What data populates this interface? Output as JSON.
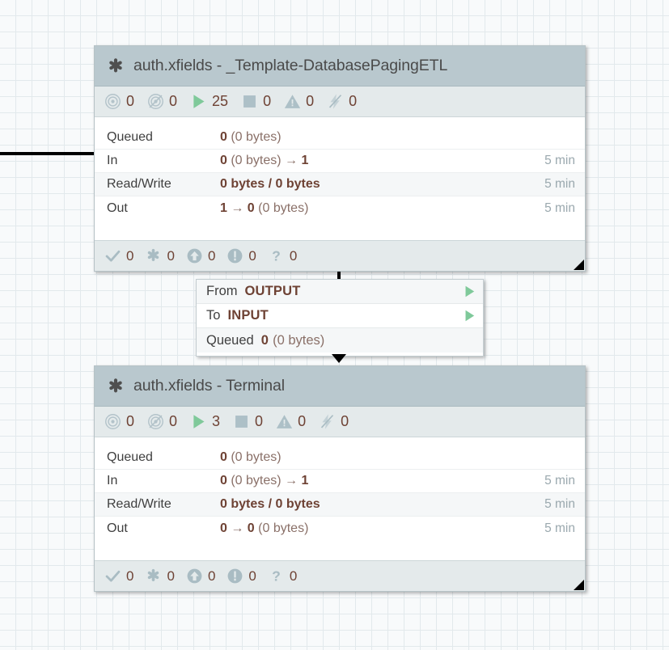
{
  "canvas": {
    "grid_color": "#e2e9ec",
    "background": "#f8fafb"
  },
  "colors": {
    "header_bg": "#b9c8ce",
    "status_bg": "#e4eaeb",
    "value_text": "#6e4234",
    "muted_text": "#8a7068",
    "running_green": "#7fc99a",
    "icon_gray": "#a9bcc3",
    "time_text": "#9aa8ae"
  },
  "process_groups": [
    {
      "name": "group-template-database-paging-etl",
      "title": "auth.xfields - _Template-DatabasePagingETL",
      "version_control_icon": "asterisk-icon",
      "status": [
        {
          "icon": "transmitting-icon",
          "value": "0"
        },
        {
          "icon": "not-transmitting-icon",
          "value": "0"
        },
        {
          "icon": "running-icon",
          "value": "25"
        },
        {
          "icon": "stopped-icon",
          "value": "0"
        },
        {
          "icon": "invalid-icon",
          "value": "0"
        },
        {
          "icon": "disabled-icon",
          "value": "0"
        }
      ],
      "rows": [
        {
          "label": "Queued",
          "value_html": "<b>0</b> (0 bytes)",
          "time": ""
        },
        {
          "label": "In",
          "value_html": "<b>0</b> (0 bytes) → <b>1</b>",
          "time": "5 min"
        },
        {
          "label": "Read/Write",
          "value_html": "<b>0 bytes / 0 bytes</b>",
          "time": "5 min"
        },
        {
          "label": "Out",
          "value_html": "<b>1</b> → <b>0</b> (0 bytes)",
          "time": "5 min"
        }
      ],
      "footer": [
        {
          "icon": "check-icon",
          "value": "0"
        },
        {
          "icon": "asterisk-icon",
          "value": "0"
        },
        {
          "icon": "up-arrow-circle-icon",
          "value": "0"
        },
        {
          "icon": "exclamation-circle-icon",
          "value": "0"
        },
        {
          "icon": "question-mark-icon",
          "value": "0"
        }
      ]
    },
    {
      "name": "group-terminal",
      "title": "auth.xfields - Terminal",
      "version_control_icon": "asterisk-icon",
      "status": [
        {
          "icon": "transmitting-icon",
          "value": "0"
        },
        {
          "icon": "not-transmitting-icon",
          "value": "0"
        },
        {
          "icon": "running-icon",
          "value": "3"
        },
        {
          "icon": "stopped-icon",
          "value": "0"
        },
        {
          "icon": "invalid-icon",
          "value": "0"
        },
        {
          "icon": "disabled-icon",
          "value": "0"
        }
      ],
      "rows": [
        {
          "label": "Queued",
          "value_html": "<b>0</b> (0 bytes)",
          "time": ""
        },
        {
          "label": "In",
          "value_html": "<b>0</b> (0 bytes) → <b>1</b>",
          "time": "5 min"
        },
        {
          "label": "Read/Write",
          "value_html": "<b>0 bytes / 0 bytes</b>",
          "time": "5 min"
        },
        {
          "label": "Out",
          "value_html": "<b>0</b> → <b>0</b> (0 bytes)",
          "time": "5 min"
        }
      ],
      "footer": [
        {
          "icon": "check-icon",
          "value": "0"
        },
        {
          "icon": "asterisk-icon",
          "value": "0"
        },
        {
          "icon": "up-arrow-circle-icon",
          "value": "0"
        },
        {
          "icon": "exclamation-circle-icon",
          "value": "0"
        },
        {
          "icon": "question-mark-icon",
          "value": "0"
        }
      ]
    }
  ],
  "connection": {
    "name": "connection-output-to-input",
    "from_label": "From",
    "from_value": "OUTPUT",
    "to_label": "To",
    "to_value": "INPUT",
    "queued_label": "Queued",
    "queued_value": "0",
    "queued_size": "(0 bytes)"
  }
}
